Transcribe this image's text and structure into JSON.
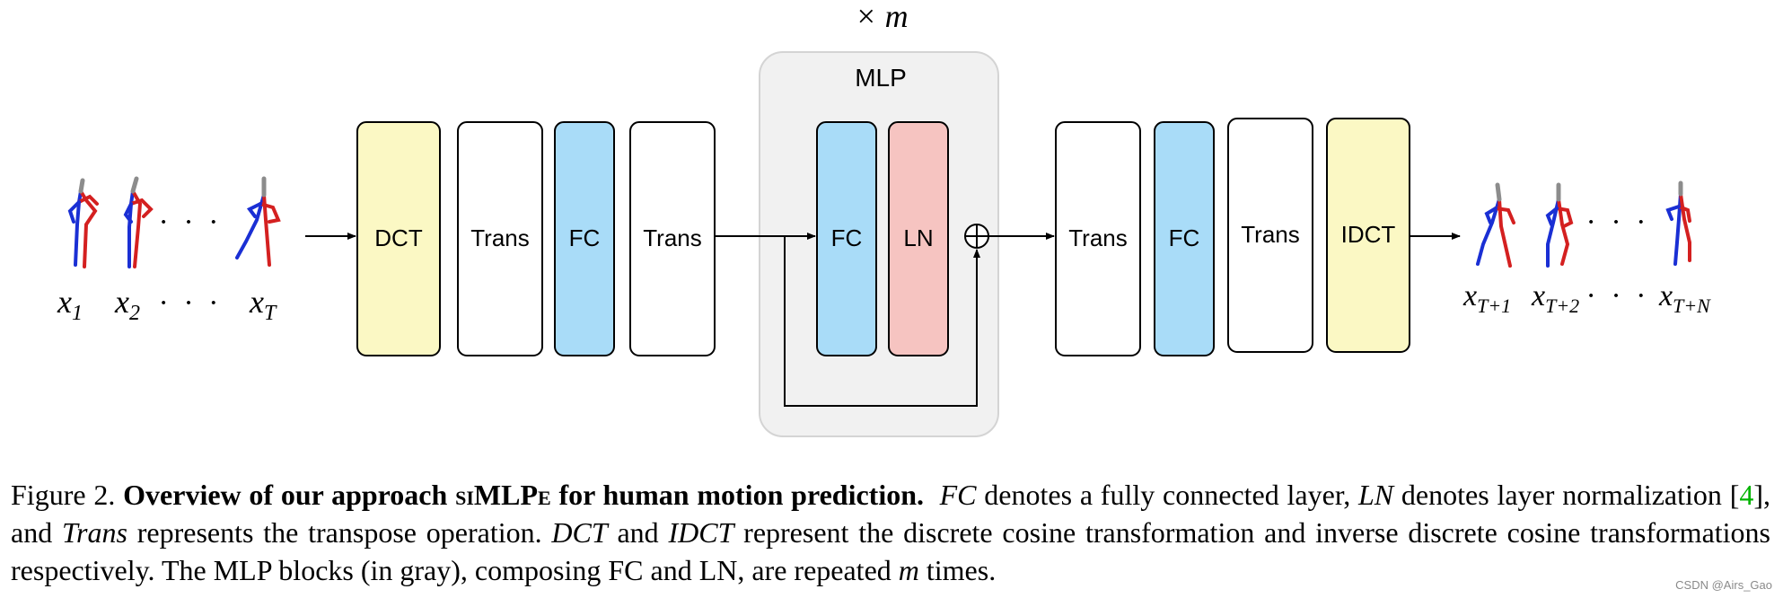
{
  "diagram": {
    "repeat_label": "× m",
    "mlp_title": "MLP",
    "input_labels": [
      {
        "base": "x",
        "sub": "1"
      },
      {
        "base": "x",
        "sub": "2"
      },
      {
        "base": "x",
        "sub": "T"
      }
    ],
    "output_labels": [
      {
        "base": "x",
        "sub": "T+1"
      },
      {
        "base": "x",
        "sub": "T+2"
      },
      {
        "base": "x",
        "sub": "T+N"
      }
    ],
    "ellipsis": "· · ·",
    "blocks": [
      {
        "id": "dct",
        "label": "DCT",
        "fill": "#fbf8c4"
      },
      {
        "id": "trans1",
        "label": "Trans",
        "fill": "#ffffff"
      },
      {
        "id": "fc1",
        "label": "FC",
        "fill": "#a9dcf8"
      },
      {
        "id": "trans2",
        "label": "Trans",
        "fill": "#ffffff"
      },
      {
        "id": "fc-mlp",
        "label": "FC",
        "fill": "#a9dcf8"
      },
      {
        "id": "ln-mlp",
        "label": "LN",
        "fill": "#f6c4c1"
      },
      {
        "id": "trans3",
        "label": "Trans",
        "fill": "#ffffff"
      },
      {
        "id": "fc2",
        "label": "FC",
        "fill": "#a9dcf8"
      },
      {
        "id": "trans4",
        "label": "Trans",
        "fill": "#ffffff"
      },
      {
        "id": "idct",
        "label": "IDCT",
        "fill": "#fbf8c4"
      }
    ],
    "colors": {
      "mlp_bg": "#f1f1f1",
      "skeleton_red": "#d42020",
      "skeleton_blue": "#1a2fd4",
      "skeleton_gray": "#8c8c8c"
    }
  },
  "caption": {
    "figure_label": "Figure 2.",
    "title_part1": "Overview of our approach ",
    "title_smallcaps": "siMLPe",
    "title_part2": " for human motion prediction.",
    "s1_em": "FC",
    "s1_text": " denotes a fully connected layer, ",
    "s2_em": "LN",
    "s2_text": " denotes layer normalization [",
    "ref": "4",
    "s3_text": "], and ",
    "s3_em": "Trans",
    "s4_text": " represents the transpose operation. ",
    "s5_em": "DCT",
    "s5_text": " and ",
    "s6_em": "IDCT",
    "s6_text": " represent the discrete cosine transformation and inverse discrete cosine transformations respectively. The MLP blocks (in gray), composing FC and LN, are repeated ",
    "s7_em": "m",
    "s7_text": " times."
  },
  "watermark": "CSDN @Airs_Gao"
}
